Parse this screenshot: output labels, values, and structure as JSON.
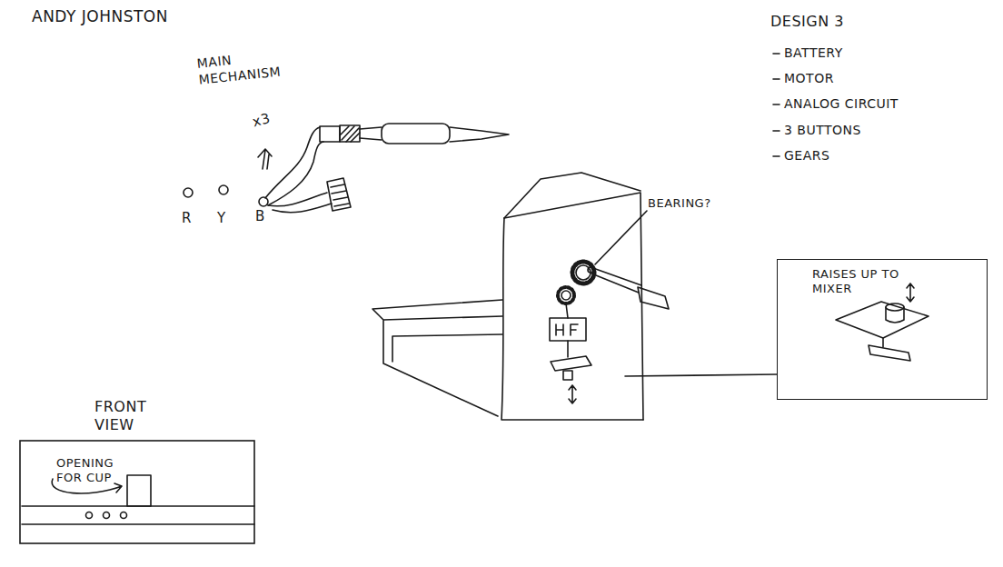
{
  "diagram": {
    "title": "DESIGN 3",
    "nodes": [
      {
        "text": [
          "RAISES UP TO MIXER"
        ]
      },
      {
        "text": [
          "FRONT VIEW",
          "OPENING FOR CUP"
        ]
      }
    ],
    "labels": [
      "ANDY JOHNSTON",
      "MAIN MECHANISM",
      "x3",
      "R",
      "Y",
      "B",
      "BATTERY",
      "MOTOR",
      "ANALOG CIRCUIT",
      "3 BUTTONS",
      "GEARS",
      "BEARING?"
    ]
  }
}
